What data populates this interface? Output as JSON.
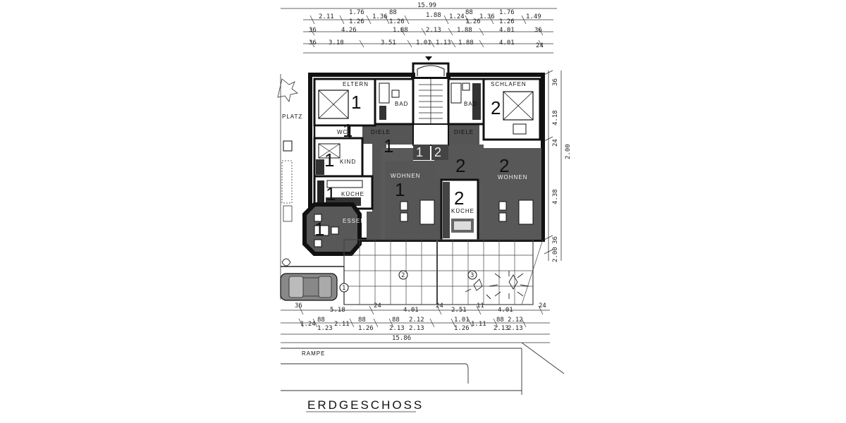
{
  "title": "ERDGESCHOSS",
  "top_dimensions": {
    "overall": "15.99",
    "row1": [
      "2.11",
      "1.76",
      "1.26",
      "1.36",
      "88",
      "1.26",
      "1.88",
      "1.24",
      "88",
      "1.26",
      "1.36",
      "1.76",
      "1.26",
      "1.49"
    ],
    "row2": [
      "36",
      "4.26",
      "1.88",
      "2.13",
      "1.88",
      "4.01",
      "36"
    ],
    "row3": [
      "36",
      "3.18",
      "3.51",
      "1.01",
      "1.13",
      "1.88",
      "4.01",
      "24"
    ]
  },
  "bottom_dimensions": {
    "row1": [
      "36",
      "5.18",
      "24",
      "4.01",
      "24",
      "2.51",
      "11",
      "4.01",
      "24"
    ],
    "row2": [
      "1.24",
      "88",
      "1.23",
      "2.11",
      "88",
      "1.26",
      "88",
      "2.13",
      "2.12",
      "2.13",
      "1.01",
      "1.26",
      "1.11",
      "88",
      "2.13",
      "2.12",
      "2.13"
    ],
    "overall": "15.86"
  },
  "right_dimensions": [
    "36",
    "4.18",
    "24",
    "2.00",
    "4.38",
    "36",
    "2.00"
  ],
  "rooms": {
    "eltern": "ELTERN",
    "schlafen": "SCHLAFEN",
    "bad1": "BAD",
    "bad2": "BAD",
    "wc": "WC",
    "diele1": "DIELE",
    "diele2": "DIELE",
    "kind": "KIND",
    "kueche1": "KÜCHE",
    "kueche2": "KÜCHE",
    "wohnen1": "WOHNEN",
    "wohnen2": "WOHNEN",
    "essen": "ESSEN",
    "platz": "PLATZ",
    "rampe": "RAMPE"
  },
  "unit_numbers": {
    "u1": "1",
    "u2": "2"
  },
  "markers": [
    "1",
    "2",
    "3"
  ]
}
